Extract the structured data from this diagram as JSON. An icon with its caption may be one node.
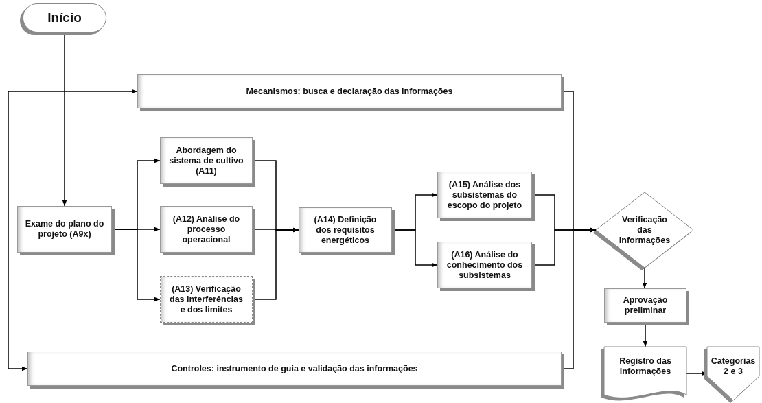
{
  "diagram": {
    "nodes": [
      {
        "text": [
          "Início"
        ]
      },
      {
        "text": [
          "Mecanismos: busca e declaração das informações"
        ]
      },
      {
        "text": [
          "Abordagem do sistema de cultivo (A11)"
        ]
      },
      {
        "text": [
          "Exame do plano do projeto (A9x)"
        ]
      },
      {
        "text": [
          "(A12) Análise do processo operacional"
        ]
      },
      {
        "text": [
          "(A13) Verificação das interferências e dos limites"
        ]
      },
      {
        "text": [
          "(A14) Definição dos requisitos energéticos"
        ]
      },
      {
        "text": [
          "(A15) Análise dos subsistemas do escopo do projeto"
        ]
      },
      {
        "text": [
          "(A16) Análise do conhecimento dos subsistemas"
        ]
      },
      {
        "text": [
          "Verificação das informações"
        ]
      },
      {
        "text": [
          "Aprovação preliminar"
        ]
      },
      {
        "text": [
          "Registro das informações"
        ]
      },
      {
        "text": [
          "Categorias 2 e 3"
        ]
      },
      {
        "text": [
          "Controles: instrumento de guia e validação das informações"
        ]
      }
    ],
    "edges": [
      {
        "from": 0,
        "to": 3,
        "arrow": "to"
      },
      {
        "from": null,
        "to": 1,
        "arrow": "to"
      },
      {
        "from": null,
        "to": 13,
        "arrow": "to"
      },
      {
        "from": 1,
        "to": 9,
        "arrow": "to"
      },
      {
        "from": 13,
        "to": 9,
        "arrow": "to"
      },
      {
        "from": 3,
        "to": 2,
        "arrow": "to"
      },
      {
        "from": 3,
        "to": 4,
        "arrow": "to"
      },
      {
        "from": 3,
        "to": 5,
        "arrow": "to"
      },
      {
        "from": 2,
        "to": 6,
        "arrow": "to"
      },
      {
        "from": 4,
        "to": 6,
        "arrow": "to"
      },
      {
        "from": 5,
        "to": 6,
        "arrow": "to"
      },
      {
        "from": 6,
        "to": 7,
        "arrow": "to"
      },
      {
        "from": 6,
        "to": 8,
        "arrow": "to"
      },
      {
        "from": 7,
        "to": 9,
        "arrow": "to"
      },
      {
        "from": 8,
        "to": 9,
        "arrow": "to"
      },
      {
        "from": 9,
        "to": 10,
        "arrow": "to"
      },
      {
        "from": 10,
        "to": 11,
        "arrow": "to"
      },
      {
        "from": 11,
        "to": 12,
        "arrow": "to"
      }
    ]
  }
}
